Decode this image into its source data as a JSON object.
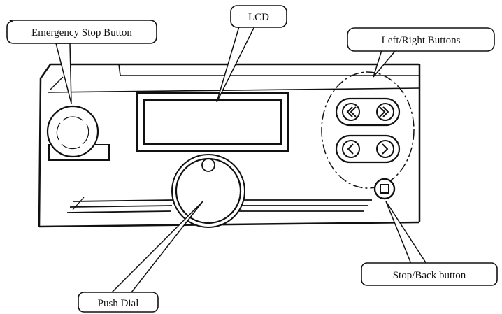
{
  "callouts": {
    "emergency_stop": "Emergency Stop Button",
    "lcd": "LCD",
    "left_right": "Left/Right Buttons",
    "stop_back": "Stop/Back button",
    "push_dial": "Push Dial"
  }
}
